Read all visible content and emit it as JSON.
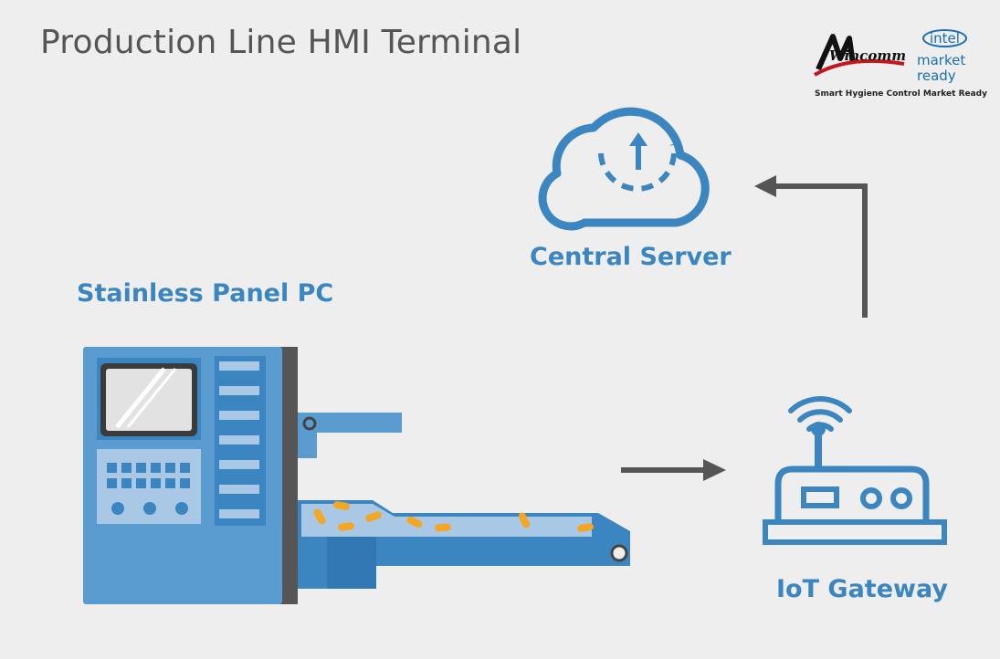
{
  "title": "Production Line HMI Terminal",
  "nodes": {
    "panel_pc": "Stainless Panel PC",
    "server": "Central Server",
    "gateway": "IoT Gateway"
  },
  "logo": {
    "brand": "Wincomm",
    "intel": "intel",
    "market_line1": "market",
    "market_line2": "ready",
    "tagline": "Smart Hygiene Control Market Ready"
  },
  "colors": {
    "background": "#eeeeee",
    "accent": "#3b86c0",
    "arrow": "#555555"
  }
}
